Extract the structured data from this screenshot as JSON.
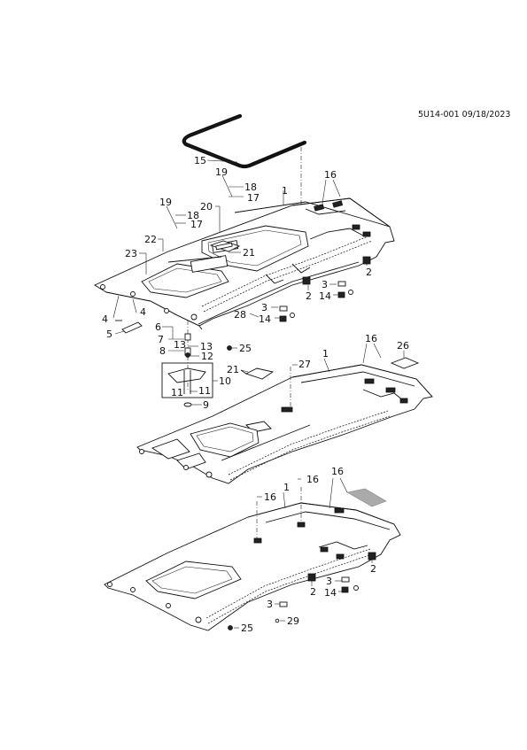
{
  "document": {
    "id": "5U14-001 09/18/2023"
  },
  "callouts": {
    "c15": "15",
    "c19a": "19",
    "c18a": "18",
    "c17a": "17",
    "c20": "20",
    "c19b": "19",
    "c18b": "18",
    "c17b": "17",
    "c22": "22",
    "c23": "23",
    "c21a": "21",
    "c1a": "1",
    "c16a": "16",
    "c2a": "2",
    "c3a": "3",
    "c14a": "14",
    "c2b": "2",
    "c3b": "3",
    "c14b": "14",
    "c28": "28",
    "c4a": "4",
    "c4b": "4",
    "c5": "5",
    "c6": "6",
    "c7": "7",
    "c8": "8",
    "c13a": "13",
    "c13b": "13",
    "c12": "12",
    "c25a": "25",
    "c10": "10",
    "c11a": "11",
    "c11b": "11",
    "c9": "9",
    "c21b": "21",
    "c27": "27",
    "c1b": "1",
    "c16b": "16",
    "c26": "26",
    "c16c": "16",
    "c16d": "16",
    "c16e": "16",
    "c1c": "1",
    "c2c": "2",
    "c3c": "3",
    "c14c": "14",
    "c2d": "2",
    "c3d": "3",
    "c25b": "25",
    "c29": "29"
  }
}
